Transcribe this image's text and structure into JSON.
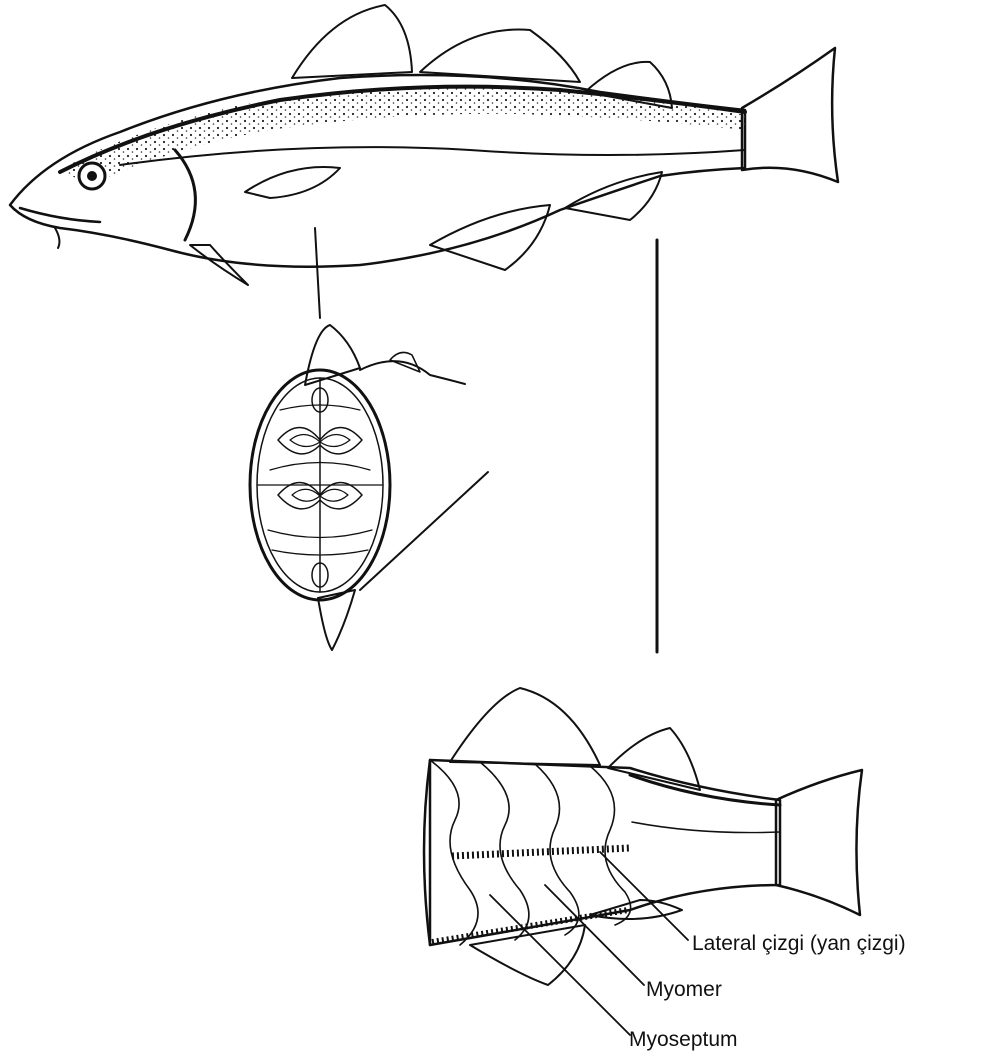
{
  "labels": {
    "lateral": "Lateral çizgi (yan çizgi)",
    "myomer": "Myomer",
    "myoseptum": "Myoseptum"
  },
  "colors": {
    "ink": "#111111",
    "background": "#ffffff"
  }
}
